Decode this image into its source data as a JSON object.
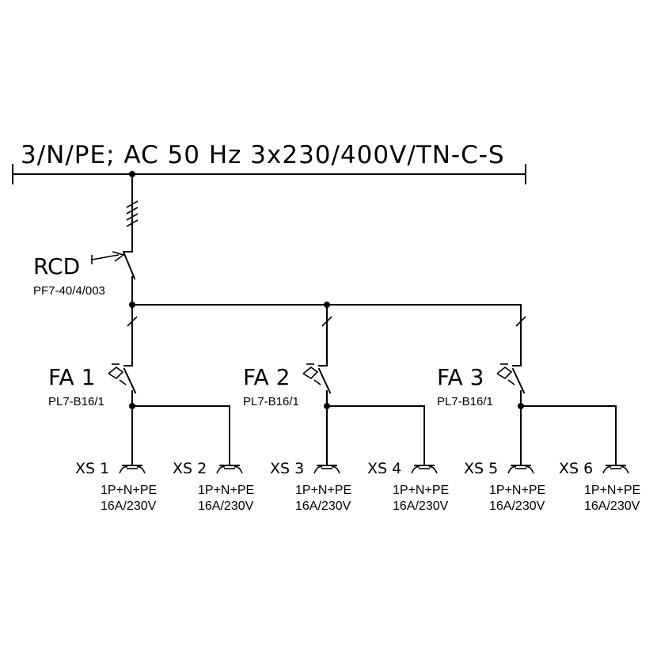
{
  "supply": {
    "label": "3/N/PE; AC 50 Hz 3x230/400V/TN-C-S"
  },
  "rcd": {
    "label": "RCD",
    "part": "PF7-40/4/003"
  },
  "breakers": [
    {
      "label": "FA 1",
      "part": "PL7-B16/1"
    },
    {
      "label": "FA 2",
      "part": "PL7-B16/1"
    },
    {
      "label": "FA 3",
      "part": "PL7-B16/1"
    }
  ],
  "outlets": [
    {
      "label": "XS 1",
      "spec": "1P+N+PE",
      "rating": "16A/230V"
    },
    {
      "label": "XS 2",
      "spec": "1P+N+PE",
      "rating": "16A/230V"
    },
    {
      "label": "XS 3",
      "spec": "1P+N+PE",
      "rating": "16A/230V"
    },
    {
      "label": "XS 4",
      "spec": "1P+N+PE",
      "rating": "16A/230V"
    },
    {
      "label": "XS 5",
      "spec": "1P+N+PE",
      "rating": "16A/230V"
    },
    {
      "label": "XS 6",
      "spec": "1P+N+PE",
      "rating": "16A/230V"
    }
  ],
  "colors": {
    "line": "#000000",
    "background": "#ffffff"
  }
}
